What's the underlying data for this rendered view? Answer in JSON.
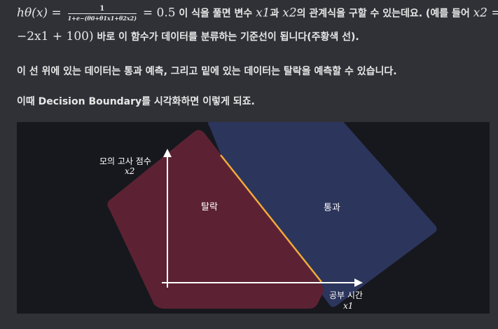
{
  "paragraph1": {
    "formula_lhs": "hθ(x) =",
    "fraction_num": "1",
    "fraction_den": "1+e−(θ0+θ1x1+θ2x2)",
    "formula_rhs": "= 0.5",
    "text_a": "이 식을 풀면 변수",
    "var1": "x1",
    "text_b": "과",
    "var2": "x2",
    "text_c": "의 관계식을 구할 수 있는데요. (예를 들어",
    "var3": "x2 =",
    "line2_math": "−2x1 + 100)",
    "line2_text": "바로 이 함수가 데이터를 분류하는 기준선이 됩니다(주황색 선)."
  },
  "paragraph2": "이 선 위에 있는 데이터는 통과 예측, 그리고 밑에 있는 데이터는 탈락을 예측할 수 있습니다.",
  "paragraph3": "이때 Decision Boundary를 시각화하면 이렇게 되죠.",
  "figure": {
    "y_axis_label": "모의 고사 점수",
    "y_axis_var": "x2",
    "x_axis_label": "공부 시간",
    "x_axis_var": "x1",
    "region_fail_label": "탈락",
    "region_pass_label": "통과",
    "colors": {
      "fail_region": "#5c2233",
      "pass_region": "#2c355c",
      "boundary_line": "#f2a93b",
      "axes": "#ffffff",
      "background": "#16181d"
    }
  }
}
